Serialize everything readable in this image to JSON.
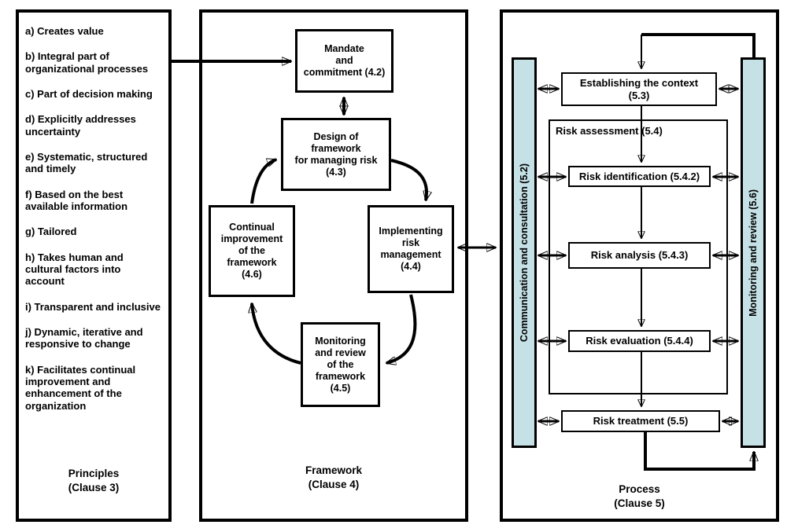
{
  "colors": {
    "background": "#ffffff",
    "line": "#000000",
    "bar_fill": "#c5e1e6",
    "box_background": "#ffffff",
    "text": "#000000"
  },
  "principles": {
    "items": [
      "a) Creates value",
      "b) Integral part of\norganizational processes",
      "c) Part of decision making",
      "d) Explicitly addresses\nuncertainty",
      "e) Systematic, structured\nand timely",
      "f) Based on the best\navailable information",
      "g) Tailored",
      "h) Takes human and\ncultural factors into\naccount",
      "i) Transparent and inclusive",
      "j) Dynamic, iterative and\nresponsive to change",
      "k) Facilitates continual\nimprovement and\nenhancement of the\norganization"
    ],
    "footer": "Principles\n(Clause 3)"
  },
  "framework": {
    "mandate": "Mandate\nand\ncommitment (4.2)",
    "design": "Design of\nframework\nfor managing risk\n(4.3)",
    "continual_improvement": "Continual\nimprovement\nof the\nframework\n(4.6)",
    "implementing": "Implementing\nrisk\nmanagement\n(4.4)",
    "monitoring_review": "Monitoring\nand review\nof the\nframework\n(4.5)",
    "footer": "Framework\n(Clause 4)"
  },
  "process": {
    "communication_bar": "Communication and consultation (5.2)",
    "monitoring_bar": "Monitoring and review (5.6)",
    "establishing_context": "Establishing the context\n(5.3)",
    "risk_assessment": "Risk assessment (5.4)",
    "risk_identification": "Risk identification (5.4.2)",
    "risk_analysis": "Risk analysis (5.4.3)",
    "risk_evaluation": "Risk evaluation (5.4.4)",
    "risk_treatment": "Risk treatment (5.5)",
    "footer": "Process\n(Clause 5)"
  }
}
